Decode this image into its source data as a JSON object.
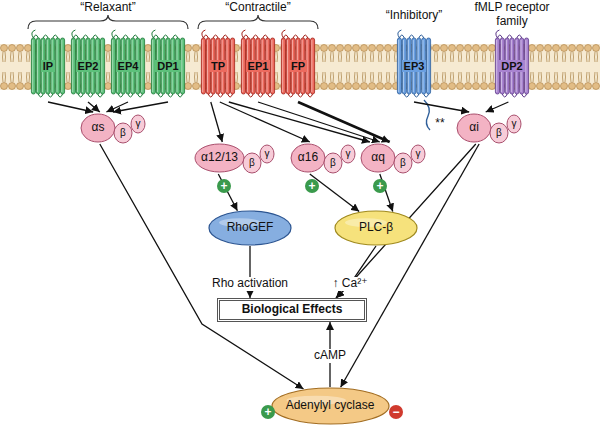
{
  "diagram": {
    "nodes": [
      {
        "text": [
          "IP"
        ]
      },
      {
        "text": [
          "EP2"
        ]
      },
      {
        "text": [
          "EP4"
        ]
      },
      {
        "text": [
          "DP1"
        ]
      },
      {
        "text": [
          "TP"
        ]
      },
      {
        "text": [
          "EP1"
        ]
      },
      {
        "text": [
          "FP"
        ]
      },
      {
        "text": [
          "EP3"
        ]
      },
      {
        "text": [
          "DP2"
        ]
      },
      {
        "text": [
          "αs",
          "β",
          "γ"
        ]
      },
      {
        "text": [
          "α12/13",
          "β",
          "γ"
        ]
      },
      {
        "text": [
          "α16",
          "β",
          "γ"
        ]
      },
      {
        "text": [
          "αq",
          "β",
          "γ"
        ]
      },
      {
        "text": [
          "αi",
          "β",
          "γ"
        ]
      },
      {
        "text": [
          "RhoGEF"
        ]
      },
      {
        "text": [
          "PLC-β"
        ]
      },
      {
        "text": [
          "Biological Effects"
        ]
      },
      {
        "text": [
          "Adenylyl cyclase"
        ]
      }
    ],
    "edges": [
      {
        "from": 0,
        "to": 9,
        "arrow": "to"
      },
      {
        "from": 1,
        "to": 9,
        "arrow": "to"
      },
      {
        "from": 2,
        "to": 9,
        "arrow": "to"
      },
      {
        "from": 3,
        "to": 9,
        "arrow": "to"
      },
      {
        "from": 4,
        "to": 10,
        "arrow": "to"
      },
      {
        "from": 4,
        "to": 11,
        "arrow": "to"
      },
      {
        "from": 4,
        "to": 12,
        "arrow": "to"
      },
      {
        "from": 5,
        "to": 12,
        "arrow": "to"
      },
      {
        "from": 6,
        "to": 12,
        "arrow": "to"
      },
      {
        "from": 7,
        "to": 13,
        "arrow": "to"
      },
      {
        "from": 8,
        "to": 13,
        "arrow": "to"
      },
      {
        "from": 10,
        "to": 14,
        "arrow": "to"
      },
      {
        "from": 11,
        "to": 15,
        "arrow": "to"
      },
      {
        "from": 12,
        "to": 15,
        "arrow": "to"
      },
      {
        "from": 14,
        "to": 16,
        "label": "Rho activation",
        "arrow": "to"
      },
      {
        "from": 15,
        "to": 16,
        "label": "↑ Ca²⁺",
        "arrow": "to"
      },
      {
        "from": 13,
        "to": 16,
        "arrow": "to"
      },
      {
        "from": 9,
        "to": 17,
        "arrow": "to"
      },
      {
        "from": 13,
        "to": 17,
        "arrow": "to"
      },
      {
        "from": 17,
        "to": 16,
        "label": "cAMP",
        "arrow": "to"
      }
    ],
    "labels": [
      "“Relaxant”",
      "“Contractile”",
      "“Inhibitory”",
      "fMLP receptor family",
      "**",
      "+",
      "+",
      "+",
      "+",
      "−"
    ]
  }
}
